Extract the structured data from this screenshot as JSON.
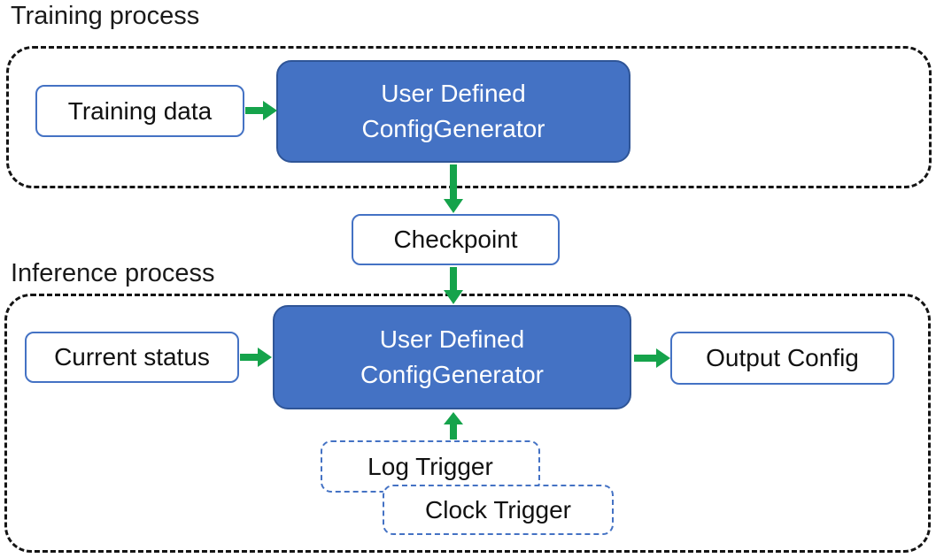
{
  "colors": {
    "generator_fill": "#4472C4",
    "generator_border": "#2F5597",
    "io_box_border": "#4472C4",
    "trigger_border": "#4472C4",
    "arrow_green": "#15A34B",
    "container_dash": "#141414",
    "text_dark": "#111111",
    "text_light": "#FFFFFF"
  },
  "diagram": {
    "training": {
      "title": "Training process",
      "input_label": "Training data",
      "generator_line1": "User Defined",
      "generator_line2": "ConfigGenerator"
    },
    "checkpoint_label": "Checkpoint",
    "inference": {
      "title": "Inference process",
      "input_label": "Current status",
      "generator_line1": "User Defined",
      "generator_line2": "ConfigGenerator",
      "output_label": "Output Config",
      "trigger1_label": "Log Trigger",
      "trigger2_label": "Clock Trigger"
    }
  }
}
